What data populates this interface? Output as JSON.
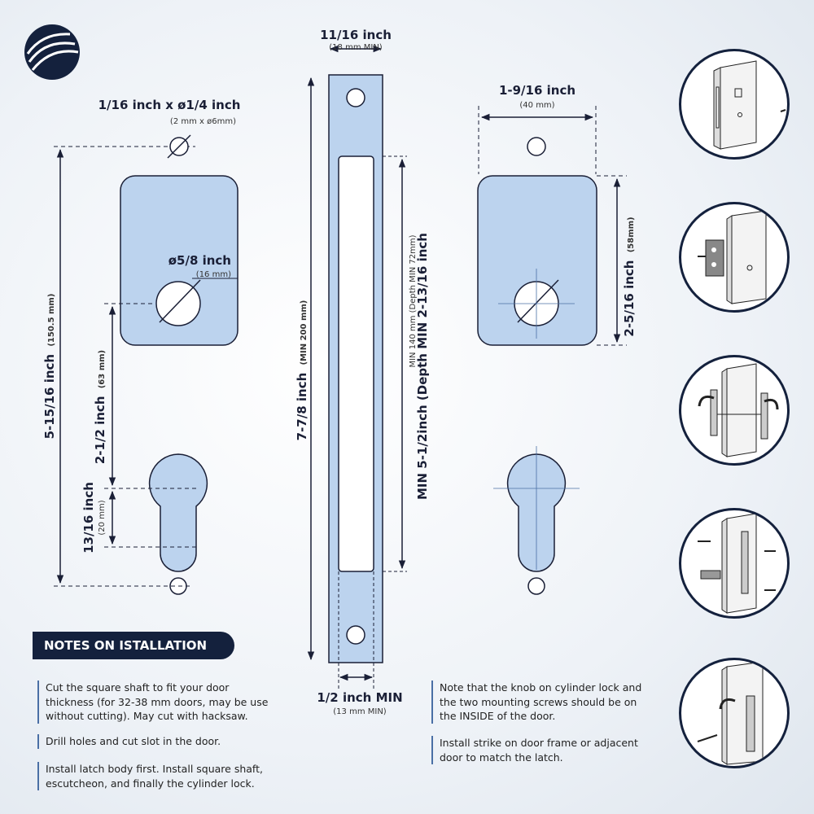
{
  "logo": {
    "icon": "wave-logo-icon"
  },
  "dimensions": {
    "screw_hole": {
      "label": "1/16 inch x ø1/4 inch",
      "sub": "(2 mm x ø6mm)"
    },
    "spindle_hole": {
      "label": "ø5/8 inch",
      "sub": "(16 mm)"
    },
    "total_height": {
      "label": "5-15/16 inch",
      "sub": "(150.5 mm)"
    },
    "spindle_to_cyl": {
      "label": "2-1/2 inch",
      "sub": "(63 mm)"
    },
    "cyl_offset": {
      "label": "13/16 inch",
      "sub": "(20 mm)"
    },
    "faceplate_width": {
      "label": "11/16 inch",
      "sub": "(18 mm MIN)"
    },
    "faceplate_height": {
      "label": "7-7/8 inch",
      "sub": "(MIN 200 mm)"
    },
    "mortise_depth": {
      "label": "MIN 5-1/2inch (Depth MIN 2-13/16 inch",
      "sub": "MIN 140 mm (Depth MIN 72mm)"
    },
    "faceplate_min": {
      "label": "1/2 inch MIN",
      "sub": "(13 mm MIN)"
    },
    "plate_width": {
      "label": "1-9/16 inch",
      "sub": "(40 mm)"
    },
    "plate_height": {
      "label": "2-5/16 inch",
      "sub": "(58mm)"
    }
  },
  "notes": {
    "title": "NOTES ON ISTALLATION",
    "items": [
      "Cut the square shaft to fit your door thickness (for 32-38 mm doors, may be use without cutting). May cut with hacksaw.",
      "Drill holes and cut slot in the door.",
      "Install latch body first. Install square shaft, escutcheon, and finally the cylinder lock.",
      "Note that the knob on cylinder lock and the two mounting screws should be on the INSIDE of the door.",
      "Install strike on door frame or adjacent door to match the latch."
    ]
  },
  "steps": [
    "step-1-door-icon",
    "step-2-latch-icon",
    "step-3-handles-icon",
    "step-4-screws-icon",
    "step-5-strike-icon"
  ]
}
